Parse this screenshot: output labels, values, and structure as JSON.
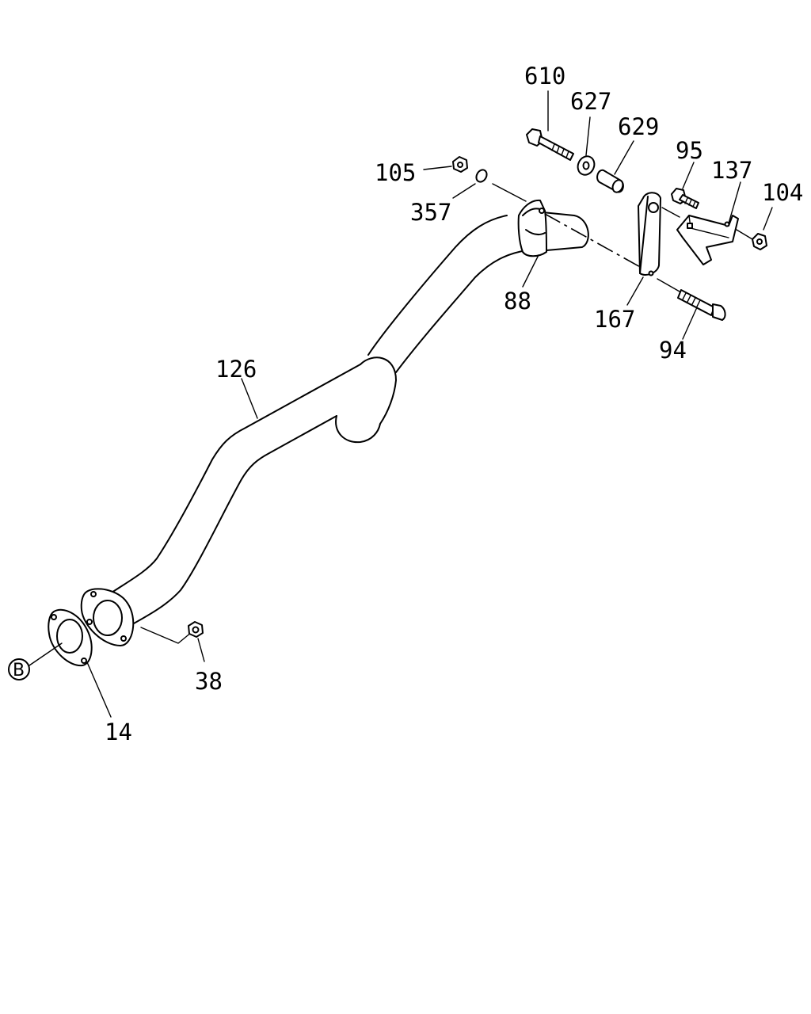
{
  "labels": {
    "p610": "610",
    "p627": "627",
    "p629": "629",
    "p95": "95",
    "p137": "137",
    "p104": "104",
    "p105": "105",
    "p357": "357",
    "p88": "88",
    "p167": "167",
    "p94": "94",
    "p126": "126",
    "p38": "38",
    "p14": "14",
    "refB": "B"
  }
}
